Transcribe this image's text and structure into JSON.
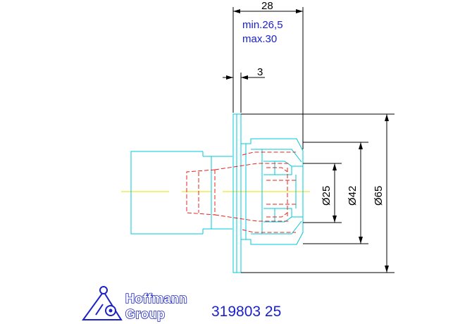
{
  "dimensions": {
    "length_total": "28",
    "length_min": "min.26,5",
    "length_max": "max.30",
    "flange_offset": "3",
    "diameter_inner": "Ø25",
    "diameter_mid": "Ø42",
    "diameter_outer": "Ø65"
  },
  "logo": {
    "line1": "Hoffmann",
    "line2": "Group",
    "icon": "hoffmann-group-logo-icon"
  },
  "part_number": "319803 25",
  "colors": {
    "outline": "#00c8d8",
    "hidden": "#e8201c",
    "dimension": "#000000",
    "center_line": "#e8e000",
    "text_blue": "#1a22c8"
  }
}
